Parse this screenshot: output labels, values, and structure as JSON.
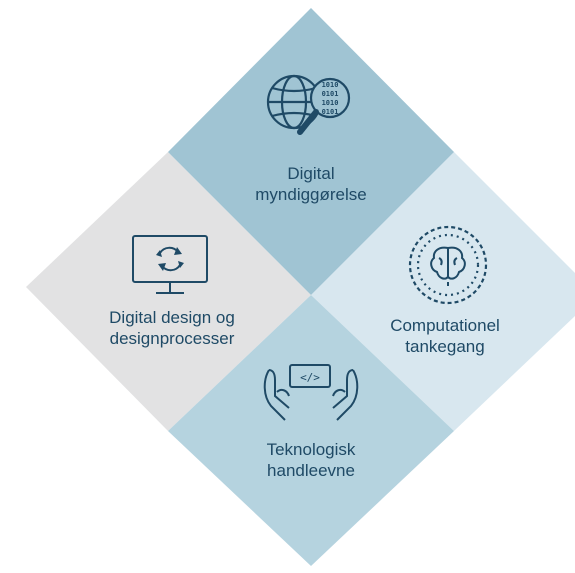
{
  "colors": {
    "top": "#a0c4d3",
    "left": "#e2e2e3",
    "right": "#d8e7ef",
    "bottom": "#b5d3df",
    "ink": "#1f4a66"
  },
  "quadrants": {
    "top": {
      "line1": "Digital",
      "line2": "myndiggørelse",
      "icon": "globe-magnifier-binary-icon",
      "binary": [
        "1010",
        "0101",
        "1010",
        "0101"
      ]
    },
    "left": {
      "line1": "Digital design og",
      "line2": "designprocesser",
      "icon": "monitor-refresh-icon"
    },
    "right": {
      "line1": "Computationel",
      "line2": "tankegang",
      "icon": "brain-binary-ring-icon"
    },
    "bottom": {
      "line1": "Teknologisk",
      "line2": "handleevne",
      "icon": "hands-code-icon",
      "code": "</>"
    }
  }
}
